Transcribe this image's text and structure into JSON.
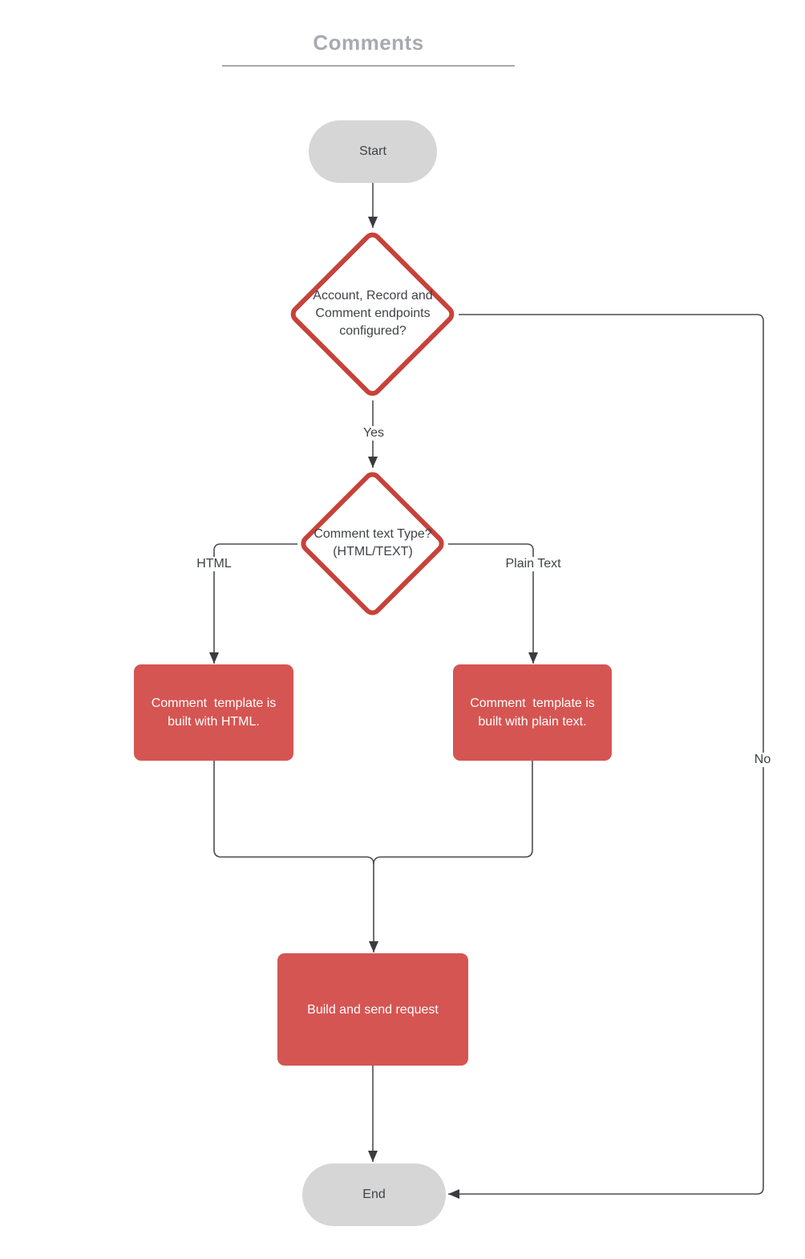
{
  "title": {
    "text": "Comments"
  },
  "nodes": {
    "start": {
      "type": "terminator",
      "label": "Start"
    },
    "decision_endpoints": {
      "type": "decision",
      "label": "Account, Record and\nComment endpoints\nconfigured?"
    },
    "decision_text_type": {
      "type": "decision",
      "label": "Comment text Type?\n(HTML/TEXT)"
    },
    "process_html": {
      "type": "process",
      "label": "Comment  template is\nbuilt with HTML."
    },
    "process_plain": {
      "type": "process",
      "label": "Comment  template is\nbuilt with plain text."
    },
    "process_build": {
      "type": "process",
      "label": "Build and send request"
    },
    "end": {
      "type": "terminator",
      "label": "End"
    }
  },
  "edge_labels": {
    "yes": "Yes",
    "no": "No",
    "html": "HTML",
    "plain_text": "Plain Text"
  },
  "edges": [
    {
      "from": "Start",
      "to": "Account, Record and Comment endpoints configured?",
      "label": ""
    },
    {
      "from": "Account, Record and Comment endpoints configured?",
      "to": "Comment text Type? (HTML/TEXT)",
      "label": "Yes"
    },
    {
      "from": "Account, Record and Comment endpoints configured?",
      "to": "End",
      "label": "No"
    },
    {
      "from": "Comment text Type? (HTML/TEXT)",
      "to": "Comment  template is built with HTML.",
      "label": "HTML"
    },
    {
      "from": "Comment text Type? (HTML/TEXT)",
      "to": "Comment  template is built with plain text.",
      "label": "Plain Text"
    },
    {
      "from": "Comment  template is built with HTML.",
      "to": "Build and send request",
      "label": ""
    },
    {
      "from": "Comment  template is built with plain text.",
      "to": "Build and send request",
      "label": ""
    },
    {
      "from": "Build and send request",
      "to": "End",
      "label": ""
    }
  ],
  "colors": {
    "process_fill": "#d55552",
    "decision_stroke": "#c7423a",
    "terminator_fill": "#d6d6d6",
    "connector": "#4b4d52",
    "title_text": "#a7aab0",
    "dark_text": "#3f4247",
    "light_text": "#ffffff",
    "background": "#ffffff"
  }
}
